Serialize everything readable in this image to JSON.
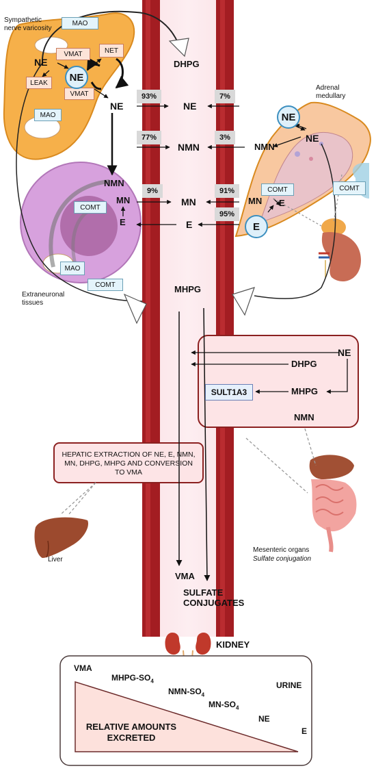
{
  "labels": {
    "sympathetic": "Sympathetic nerve varicosity",
    "adrenal": "Adrenal medullary",
    "extraneuronal": "Extraneuronal tissues",
    "liver": "Liver",
    "mesenteric": "Mesenteric organs",
    "sulfate_conjugation": "Sulfate conjugation",
    "kidney": "KIDNEY",
    "urine": "URINE",
    "relative_amounts": "RELATIVE AMOUNTS EXCRETED"
  },
  "enzymes": {
    "mao": "MAO",
    "vmat": "VMAT",
    "net": "NET",
    "leak": "LEAK",
    "comt": "COMT",
    "sult": "SULT1A3"
  },
  "metabolites": {
    "ne": "NE",
    "e": "E",
    "nmn": "NMN",
    "mn": "MN",
    "dhpg": "DHPG",
    "mhpg": "MHPG",
    "vma": "VMA",
    "sulfate_conjugates": "SULFATE CONJUGATES"
  },
  "percentages": {
    "ne_neural": "93%",
    "ne_adrenal": "7%",
    "nmn_extraneuronal": "77%",
    "nmn_adrenal": "3%",
    "mn_extraneuronal": "9%",
    "mn_adrenal": "91%",
    "e_adrenal": "95%"
  },
  "hepatic_text": "HEPATIC EXTRACTION OF NE, E, NMN, MN, DHPG, MHPG AND CONVERSION TO VMA",
  "excretion": {
    "items": [
      {
        "name": "VMA"
      },
      {
        "name": "MHPG-SO",
        "sub": "4"
      },
      {
        "name": "NMN-SO",
        "sub": "4"
      },
      {
        "name": "MN-SO",
        "sub": "4"
      },
      {
        "name": "NE"
      },
      {
        "name": "E"
      }
    ]
  },
  "colors": {
    "vessel_wall": "#9e1b1d",
    "lumen": "#fde6ea",
    "neuron": "#f6b04a",
    "extraneuronal_cell": "#d7a1dd",
    "enzyme_box": "#e4f4fb",
    "transporter_box": "#fde4d8",
    "organ_border": "#8b2020"
  }
}
